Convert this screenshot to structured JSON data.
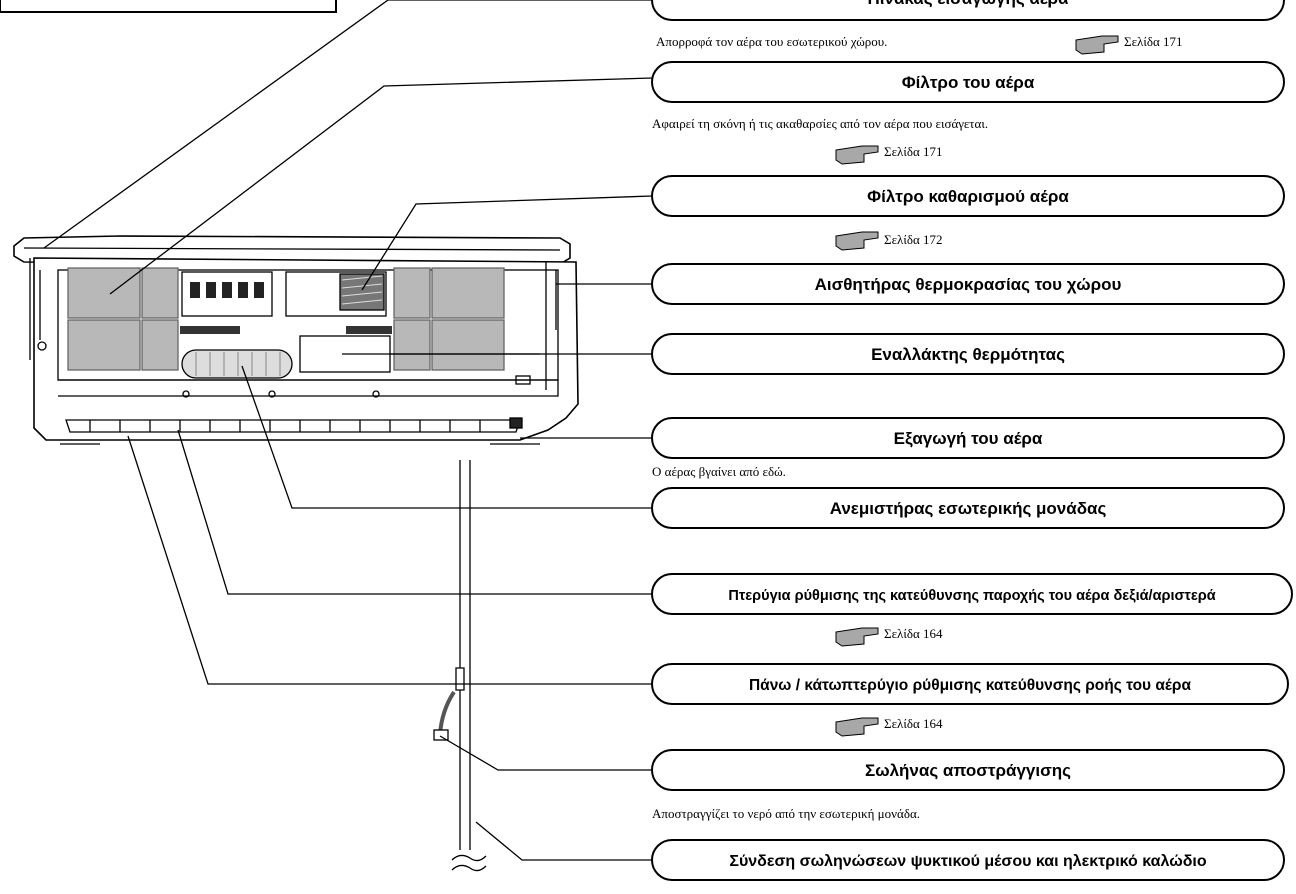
{
  "components": [
    {
      "id": "air-intake-panel",
      "label": "Πίνακας εισαγωγής αέρα",
      "desc": "Απορροφά τον αέρα του εσωτερικού χώρου.",
      "page_ref": "Σελίδα 171"
    },
    {
      "id": "air-filter",
      "label": "Φίλτρο του αέρα",
      "desc": "Αφαιρεί τη σκόνη ή τις ακαθαρσίες από τον αέρα που εισάγεται.",
      "page_ref": "Σελίδα 171"
    },
    {
      "id": "air-purifying-filter",
      "label": "Φίλτρο καθαρισμού αέρα",
      "page_ref": "Σελίδα 172"
    },
    {
      "id": "room-temp-sensor",
      "label": "Αισθητήρας θερμοκρασίας του χώρου"
    },
    {
      "id": "heat-exchanger",
      "label": "Εναλλάκτης θερμότητας"
    },
    {
      "id": "air-outlet",
      "label": "Εξαγωγή του αέρα",
      "desc": "Ο αέρας βγαίνει από εδώ."
    },
    {
      "id": "indoor-fan",
      "label": "Ανεμιστήρας εσωτερικής μονάδας"
    },
    {
      "id": "lr-louver",
      "label": "Πτερύγια ρύθμισης της κατεύθυνσης παροχής του αέρα δεξιά/αριστερά",
      "page_ref": "Σελίδα 164"
    },
    {
      "id": "ud-flap",
      "label": "Πάνω / κάτωπτερύγιο ρύθμισης κατεύθυνσης ροής του αέρα",
      "page_ref": "Σελίδα 164"
    },
    {
      "id": "drain-hose",
      "label": "Σωλήνας αποστράγγισης",
      "desc": "Αποστραγγίζει το νερό από την εσωτερική μονάδα."
    },
    {
      "id": "refrigerant-pipe",
      "label": "Σύνδεση σωληνώσεων ψυκτικού μέσου και ηλεκτρικό καλώδιο"
    }
  ]
}
